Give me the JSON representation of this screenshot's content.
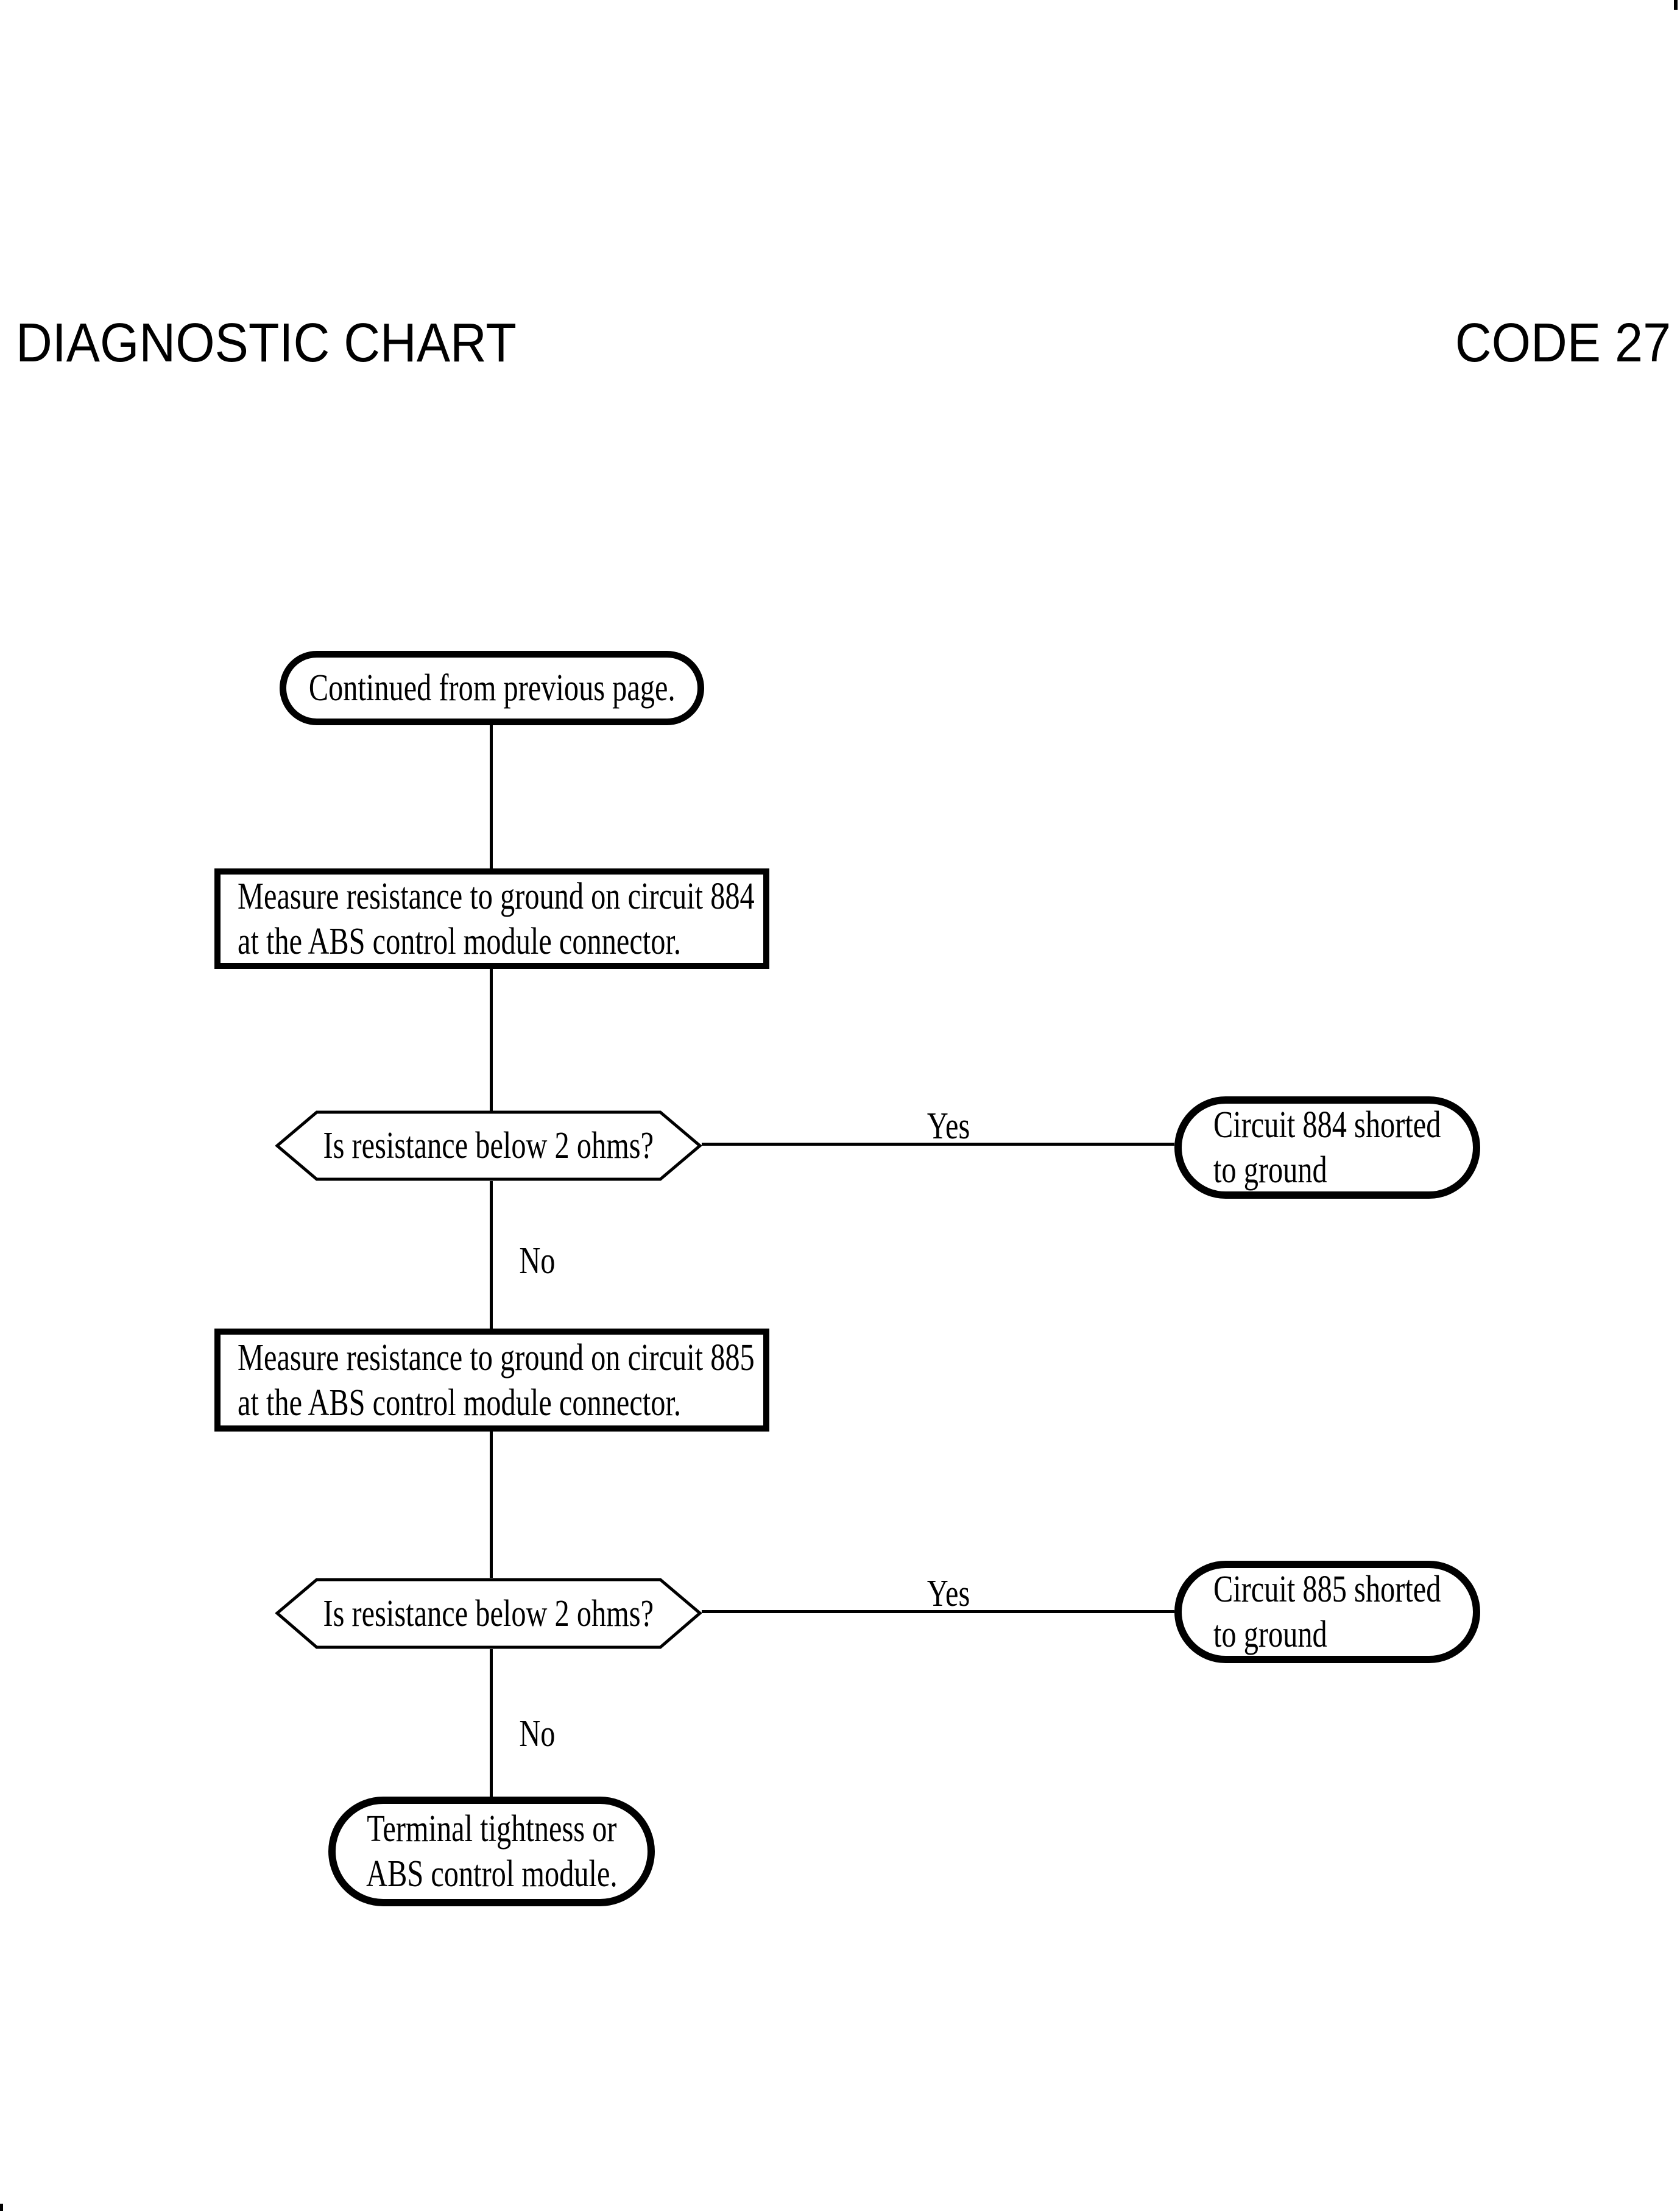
{
  "header": {
    "left": "DIAGNOSTIC CHART",
    "right": "CODE 27"
  },
  "flow": {
    "start": "Continued from previous page.",
    "measure884_line1": "Measure resistance to ground on circuit 884",
    "measure884_line2": "at the ABS control module connector.",
    "decision884": "Is resistance below 2 ohms?",
    "yes1": "Yes",
    "no1": "No",
    "result884_line1": "Circuit 884 shorted",
    "result884_line2": "to ground",
    "measure885_line1": "Measure resistance to ground on circuit 885",
    "measure885_line2": "at the ABS control module connector.",
    "decision885": "Is resistance below 2 ohms?",
    "yes2": "Yes",
    "no2": "No",
    "result885_line1": "Circuit 885 shorted",
    "result885_line2": "to ground",
    "terminal_line1": "Terminal tightness or",
    "terminal_line2": "ABS control module."
  },
  "colors": {
    "ink": "#000000",
    "paper": "#ffffff"
  }
}
